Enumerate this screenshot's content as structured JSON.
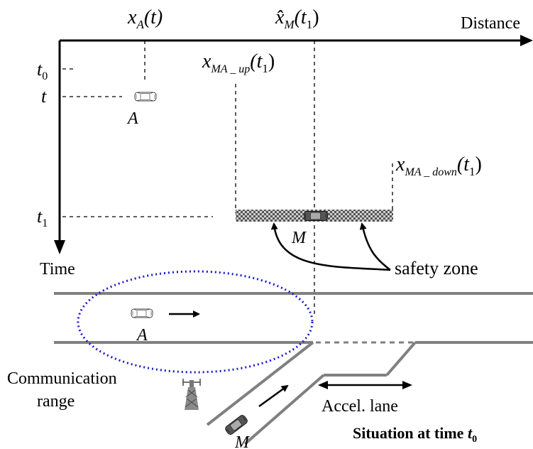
{
  "axes": {
    "x_label": "Distance",
    "y_label": "Time"
  },
  "time_ticks": {
    "t0": "t",
    "t0_sub": "0",
    "t": "t",
    "t1": "t",
    "t1_sub": "1"
  },
  "labels": {
    "xA": {
      "var": "x",
      "sub": "A",
      "arg": "(t)"
    },
    "xM_hat": {
      "var": "x̂",
      "sub": "M",
      "arg": "(t",
      "arg_sub": "1",
      "arg_end": ")"
    },
    "xMA_up": {
      "var": "x",
      "sub": "MA _ up",
      "arg": "(t",
      "arg_sub": "1",
      "arg_end": ")"
    },
    "xMA_down": {
      "var": "x",
      "sub": "MA _ down",
      "arg": "(t",
      "arg_sub": "1",
      "arg_end": ")"
    },
    "vehicle_A": "A",
    "vehicle_M": "M",
    "safety_zone": "safety zone",
    "communication_range_line1": "Communication",
    "communication_range_line2": "range",
    "accel_lane": "Accel. lane",
    "situation_prefix": "Situation at time ",
    "situation_t": "t",
    "situation_sub": "0"
  },
  "colors": {
    "ink": "#000000",
    "road": "#808080",
    "comm_range": "#1a1acc"
  },
  "icons": [
    "car-icon",
    "radio-tower-icon",
    "arrow-icon"
  ]
}
